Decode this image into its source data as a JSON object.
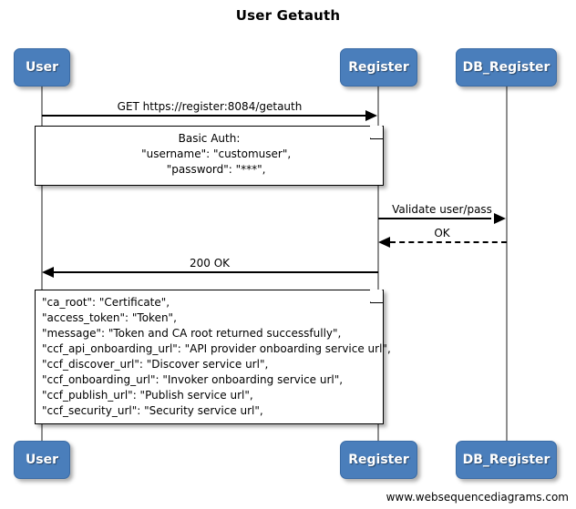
{
  "diagram": {
    "title": "User Getauth",
    "footer": "www.websequencediagrams.com",
    "accent_color": "#4a7ebb",
    "line_color": "#000000",
    "lifeline_color": "#8e8e8e"
  },
  "participants": [
    {
      "id": "user",
      "label": "User"
    },
    {
      "id": "register",
      "label": "Register"
    },
    {
      "id": "db_register",
      "label": "DB_Register"
    }
  ],
  "messages": [
    {
      "id": "get-getauth",
      "label": "GET https://register:8084/getauth",
      "from": "user",
      "to": "register",
      "style": "solid",
      "direction": "right"
    },
    {
      "id": "validate-user-pass",
      "label": "Validate user/pass",
      "from": "register",
      "to": "db_register",
      "style": "solid",
      "direction": "right"
    },
    {
      "id": "ok",
      "label": "OK",
      "from": "db_register",
      "to": "register",
      "style": "dashed",
      "direction": "left"
    },
    {
      "id": "200-ok",
      "label": "200 OK",
      "from": "register",
      "to": "user",
      "style": "solid",
      "direction": "left"
    }
  ],
  "notes": [
    {
      "id": "basic-auth-note",
      "align": "center",
      "lines": [
        "Basic Auth:",
        "    \"username\": \"customuser\",",
        "    \"password\": \"***\","
      ],
      "text": "Basic Auth:\n    \"username\": \"customuser\",\n    \"password\": \"***\","
    },
    {
      "id": "response-payload-note",
      "align": "left",
      "lines": [
        "\"ca_root\": \"Certificate\",",
        "\"access_token\": \"Token\",",
        "\"message\": \"Token and CA root returned successfully\",",
        "\"ccf_api_onboarding_url\": \"API provider onboarding service url\",",
        "\"ccf_discover_url\": \"Discover service url\",",
        "\"ccf_onboarding_url\": \"Invoker onboarding service url\",",
        "\"ccf_publish_url\": \"Publish service url\",",
        "\"ccf_security_url\": \"Security service url\","
      ],
      "text": "\"ca_root\": \"Certificate\",\n\"access_token\": \"Token\",\n\"message\": \"Token and CA root returned successfully\",\n\"ccf_api_onboarding_url\": \"API provider onboarding service url\",\n\"ccf_discover_url\": \"Discover service url\",\n\"ccf_onboarding_url\": \"Invoker onboarding service url\",\n\"ccf_publish_url\": \"Publish service url\",\n\"ccf_security_url\": \"Security service url\","
    }
  ]
}
